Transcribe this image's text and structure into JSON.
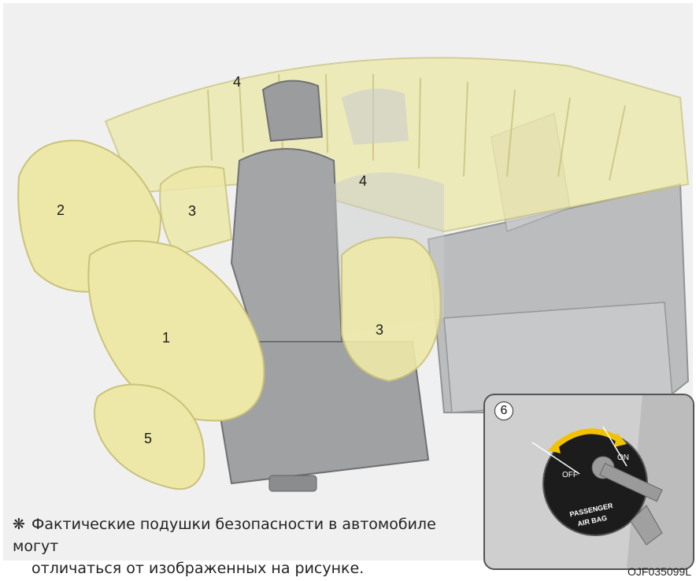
{
  "callouts": {
    "c1": "1",
    "c2": "2",
    "c3a": "3",
    "c3b": "3",
    "c4a": "4",
    "c4b": "4",
    "c5": "5",
    "c6": "6"
  },
  "switch": {
    "off_label": "OFF",
    "on_label": "ON",
    "label_line1": "PASSENGER",
    "label_line2": "AIR BAG"
  },
  "note": {
    "symbol": "❋",
    "line1": "Фактические подушки безопасности в автомобиле могут",
    "line2": "отличаться от изображенных на рисунке."
  },
  "figure_code": "OJF035099L",
  "colors": {
    "airbag": "#ede8a8",
    "airbag_stroke": "#c9c27a",
    "seat": "#a8aaac",
    "frame_bg": "#f0f0f0"
  }
}
